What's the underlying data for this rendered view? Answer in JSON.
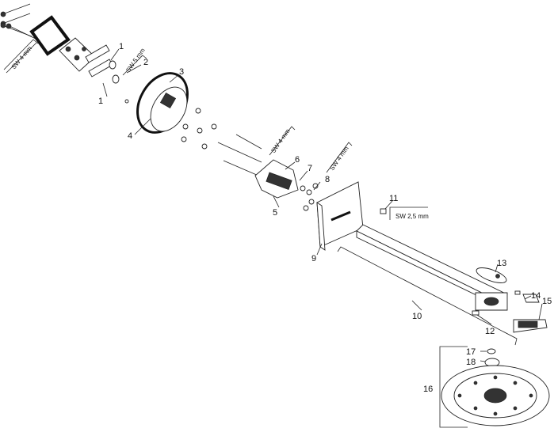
{
  "diagram": {
    "callouts": [
      "1",
      "2",
      "1",
      "3",
      "4",
      "5",
      "6",
      "7",
      "8",
      "9",
      "10",
      "11",
      "12",
      "13",
      "14",
      "15",
      "16",
      "17",
      "18"
    ],
    "tool_labels": [
      "SW 4 mm",
      "SW 5 mm",
      "SW 4 mm",
      "SW 4 mm",
      "SW 2,5 mm"
    ],
    "colors": {
      "line": "#222222",
      "fill": "#ffffff",
      "dark": "#333333"
    }
  }
}
